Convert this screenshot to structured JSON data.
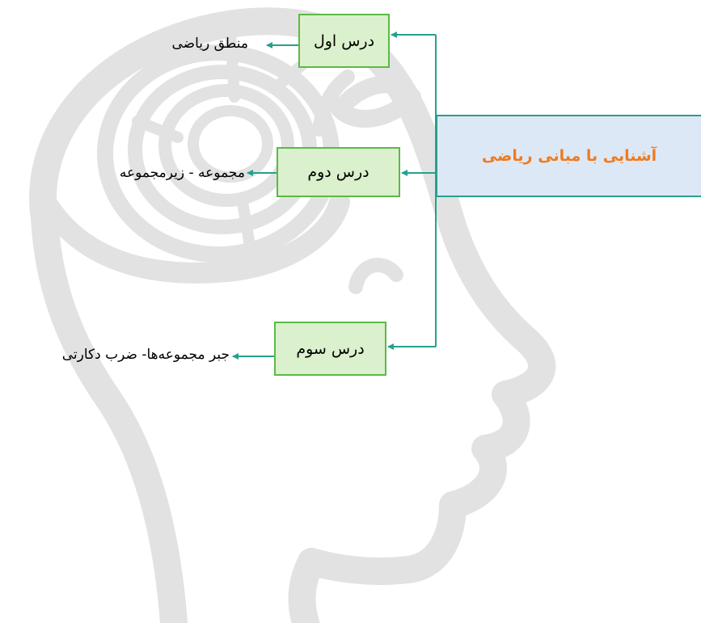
{
  "diagram": {
    "root": {
      "label": "آشنایی با مبانی ریاضی"
    },
    "lessons": [
      {
        "label": "درس اول",
        "topic": "منطق ریاضی"
      },
      {
        "label": "درس دوم",
        "topic": "مجموعه - زیرمجموعه"
      },
      {
        "label": "درس سوم",
        "topic": "جبر مجموعه‌ها- ضرب دکارتی"
      }
    ]
  },
  "colors": {
    "connector": "#25a08f",
    "root_fill": "#dde8f6",
    "root_text": "#f07a1e",
    "lesson_fill": "#dbf0cc",
    "lesson_border": "#5cb947",
    "watermark": "#e2e2e2"
  },
  "watermark": {
    "icon": "head-with-maze-icon"
  }
}
